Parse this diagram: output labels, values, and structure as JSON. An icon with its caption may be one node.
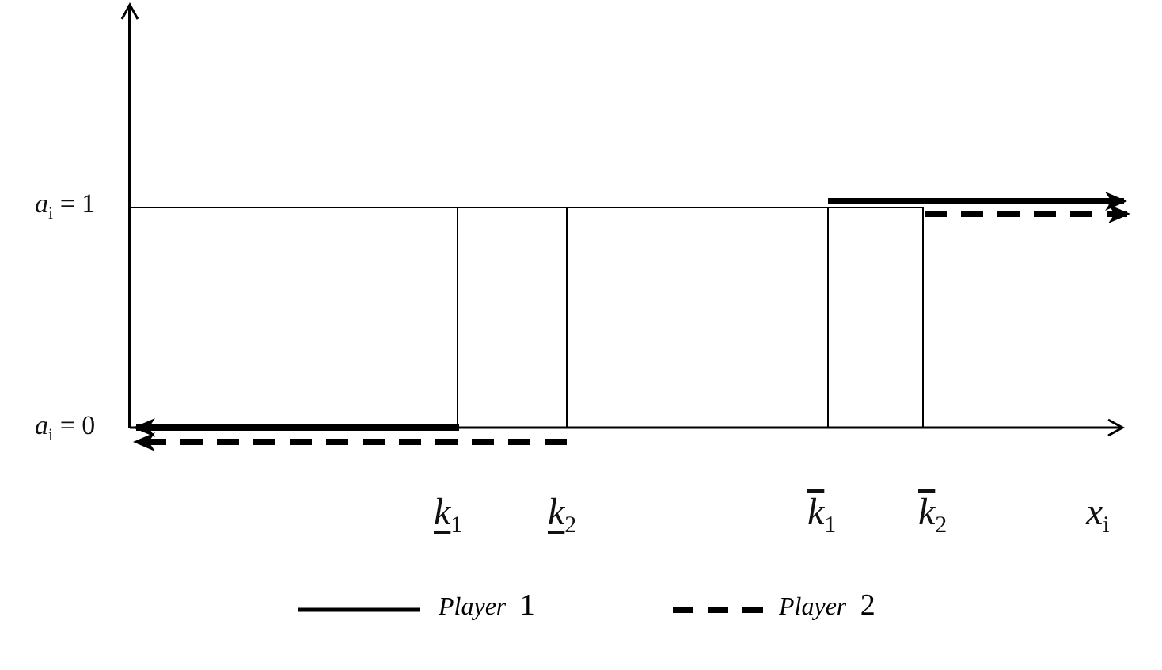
{
  "diagram": {
    "labels": [
      "*a*$_{i}$ = 1",
      "*a*$_{i}$ = 0",
      "*k*$_{1}$",
      "*k*$_{2}$",
      "*k*$_{1}$",
      "*k*$_{2}$",
      "*x*$_{i}$"
    ],
    "legend": [
      {
        "text": "*Player* 1"
      },
      {
        "text": "*Player* 2"
      }
    ]
  }
}
